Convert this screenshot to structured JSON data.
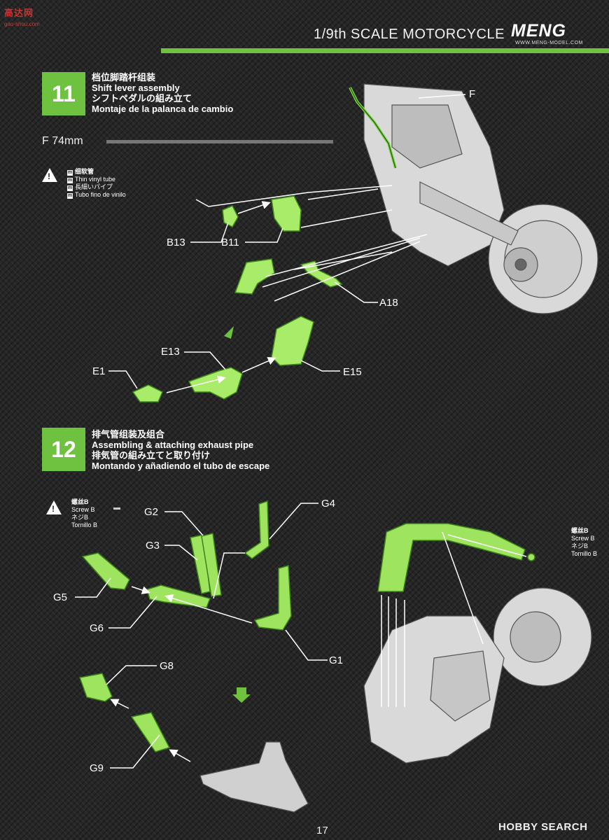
{
  "watermark": {
    "text": "高达网",
    "sub": "gao-shou.com"
  },
  "header": {
    "scale_title": "1/9th SCALE MOTORCYCLE",
    "brand": "MENG",
    "brand_url": "WWW.MENG-MODEL.COM"
  },
  "colors": {
    "accent_green": "#6fc23f",
    "part_outline": "#9be35c",
    "background": "#262626"
  },
  "step11": {
    "number": "11",
    "title_cn": "档位脚踏杆组装",
    "title_en": "Shift lever assembly",
    "title_jp": "シフトペダルの組み立て",
    "title_es": "Montaje de la palanca de cambio",
    "tube_length": "F  74mm",
    "note": {
      "icon": "warning-icon",
      "material_icon": "m",
      "cn": "细软管",
      "en": "Thin vinyl tube",
      "jp": "長細いパイプ",
      "es": "Tubo fino de vinilo"
    },
    "labels": {
      "f": "F",
      "b13": "B13",
      "b11": "B11",
      "a18": "A18",
      "e13": "E13",
      "e1": "E1",
      "e15": "E15"
    }
  },
  "step12": {
    "number": "12",
    "title_cn": "排气管组装及组合",
    "title_en": "Assembling & attaching exhaust pipe",
    "title_jp": "排気管の組み立てと取り付け",
    "title_es": "Montando y añadiendo el tubo de escape",
    "screw_note": {
      "icon": "warning-icon",
      "cn": "螺丝B",
      "en": "Screw B",
      "jp": "ネジB",
      "es": "Tornillo B"
    },
    "screw_callout": {
      "cn": "螺丝B",
      "en": "Screw B",
      "jp": "ネジB",
      "es": "Tornillo B"
    },
    "labels": {
      "g2": "G2",
      "g3": "G3",
      "g4": "G4",
      "g5": "G5",
      "g6": "G6",
      "g1": "G1",
      "g8": "G8",
      "g9": "G9"
    }
  },
  "footer": {
    "page": "17",
    "source": "HOBBY SEARCH"
  }
}
